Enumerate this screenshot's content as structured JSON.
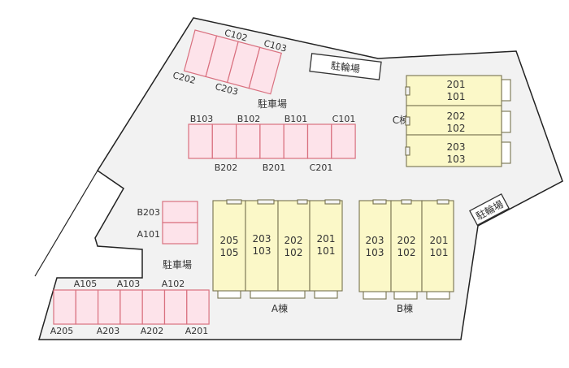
{
  "colors": {
    "ground": "#f2f2f2",
    "parking_fill": "#fde3ea",
    "parking_stroke": "#d9707f",
    "building_fill": "#fbf8c8",
    "building_stroke": "#77724f",
    "boundary": "#222222"
  },
  "labels": {
    "parking_north": "駐車場",
    "parking_west": "駐車場",
    "bicycle_top": "駐輪場",
    "bicycle_right": "駐輪場",
    "building_a": "A棟",
    "building_b": "B棟",
    "building_c": "C棟"
  },
  "parking_c_top": {
    "top": [
      "C102",
      "C103"
    ],
    "bottom": [
      "C202",
      "C203"
    ]
  },
  "parking_row_b": {
    "top": [
      "B103",
      "B102",
      "B101",
      "C101"
    ],
    "bottom": [
      "B202",
      "B201",
      "C201"
    ]
  },
  "parking_pair": [
    "B203",
    "A101"
  ],
  "parking_row_a": {
    "top": [
      "A105",
      "A103",
      "A102"
    ],
    "bottom": [
      "A205",
      "A203",
      "A202",
      "A201"
    ]
  },
  "building_c_units": [
    [
      "201",
      "101"
    ],
    [
      "202",
      "102"
    ],
    [
      "203",
      "103"
    ]
  ],
  "building_a_units": [
    [
      "205",
      "105"
    ],
    [
      "203",
      "103"
    ],
    [
      "202",
      "102"
    ],
    [
      "201",
      "101"
    ]
  ],
  "building_b_units": [
    [
      "203",
      "103"
    ],
    [
      "202",
      "102"
    ],
    [
      "201",
      "101"
    ]
  ]
}
